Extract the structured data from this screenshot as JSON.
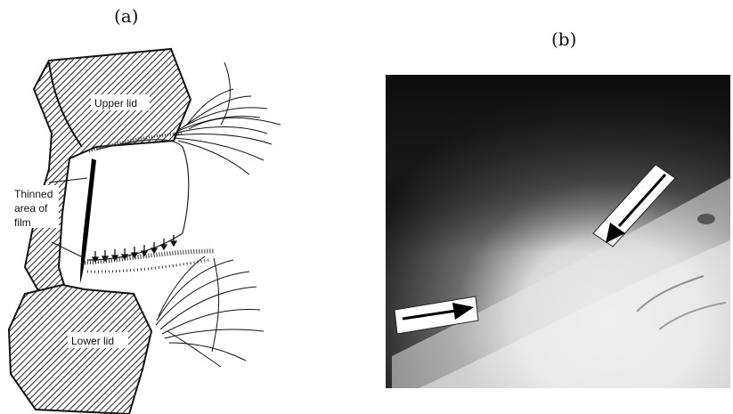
{
  "panels": {
    "a": {
      "label": "(a)"
    },
    "b": {
      "label": "(b)"
    }
  },
  "diagram": {
    "upper_lid": "Upper lid",
    "lower_lid": "Lower lid",
    "thinned_area_lines": [
      "Thinned",
      "area of",
      "film"
    ]
  },
  "photo": {
    "arrow_count": 2
  }
}
